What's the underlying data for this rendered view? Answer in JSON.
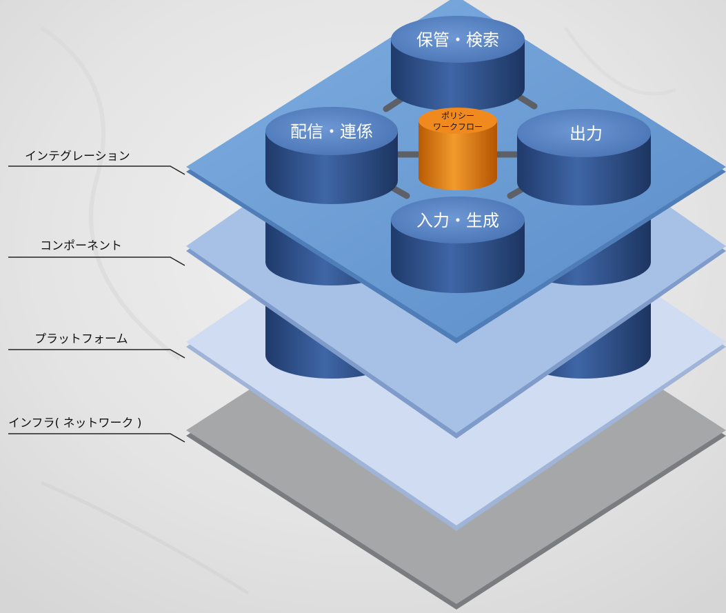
{
  "layers": {
    "integration": "インテグレーション",
    "component": "コンポーネント",
    "platform": "プラットフォーム",
    "infra": "インフラ( ネットワーク )"
  },
  "modules": {
    "storage": "保管・検索",
    "distribution": "配信・連係",
    "output": "出力",
    "input": "入力・生成"
  },
  "core": {
    "line1": "ポリシー",
    "line2": "ワークフロー"
  },
  "colors": {
    "integration_plate": "#6f9fd3",
    "component_plate": "#a7c1e6",
    "platform_plate": "#cfdcf1",
    "infra_plate": "#a6a7a9",
    "cylinder_top": "#5a86c4",
    "cylinder_body": "#2f5088",
    "core": "#f08a1e"
  }
}
